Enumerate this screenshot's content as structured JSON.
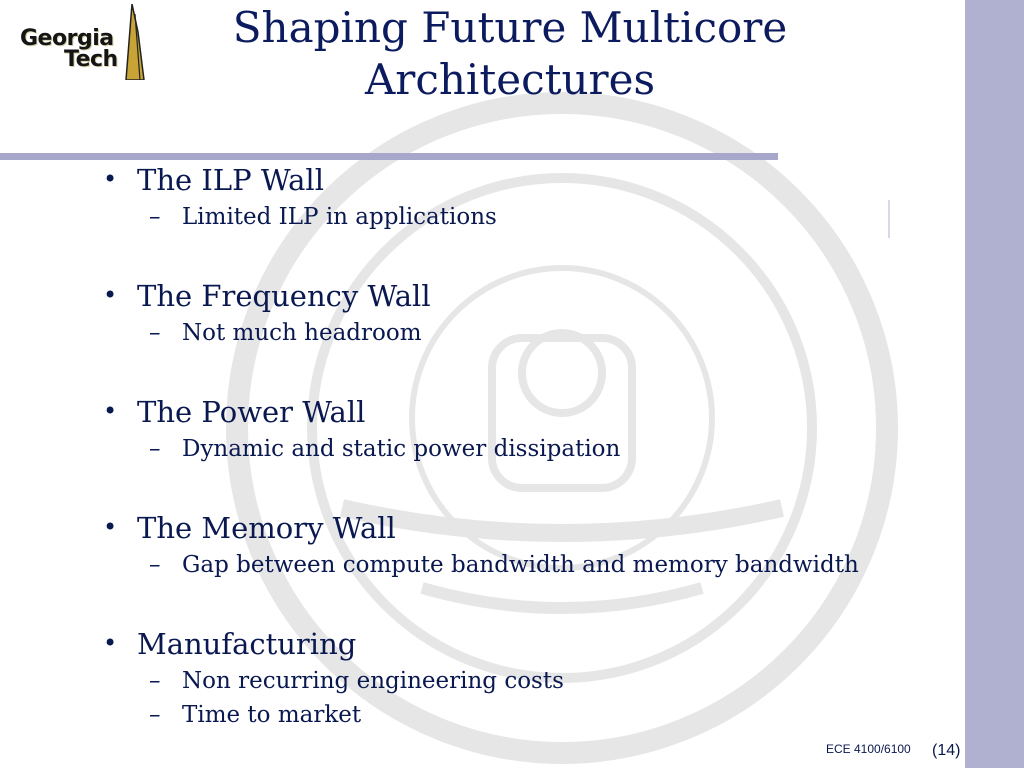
{
  "logo": {
    "line1": "Georgia",
    "line2": "Tech"
  },
  "slide": {
    "title_line1": "Shaping Future Multicore",
    "title_line2": "Architectures"
  },
  "bullets": [
    {
      "text": "The ILP Wall",
      "subs": [
        "Limited ILP in applications"
      ]
    },
    {
      "text": "The Frequency Wall",
      "subs": [
        "Not much headroom"
      ]
    },
    {
      "text": "The Power Wall",
      "subs": [
        "Dynamic and static power dissipation"
      ]
    },
    {
      "text": "The Memory Wall",
      "subs": [
        "Gap between compute bandwidth and memory bandwidth"
      ]
    },
    {
      "text": "Manufacturing",
      "subs": [
        "Non recurring engineering costs",
        "Time to market"
      ]
    }
  ],
  "glyphs": {
    "bullet": "•",
    "dash": "–"
  },
  "footer": {
    "course": "ECE 4100/6100",
    "page": "(14)"
  },
  "colors": {
    "text": "#0a1850",
    "band": "#b0b0d0",
    "rule": "#a7a7cb"
  }
}
